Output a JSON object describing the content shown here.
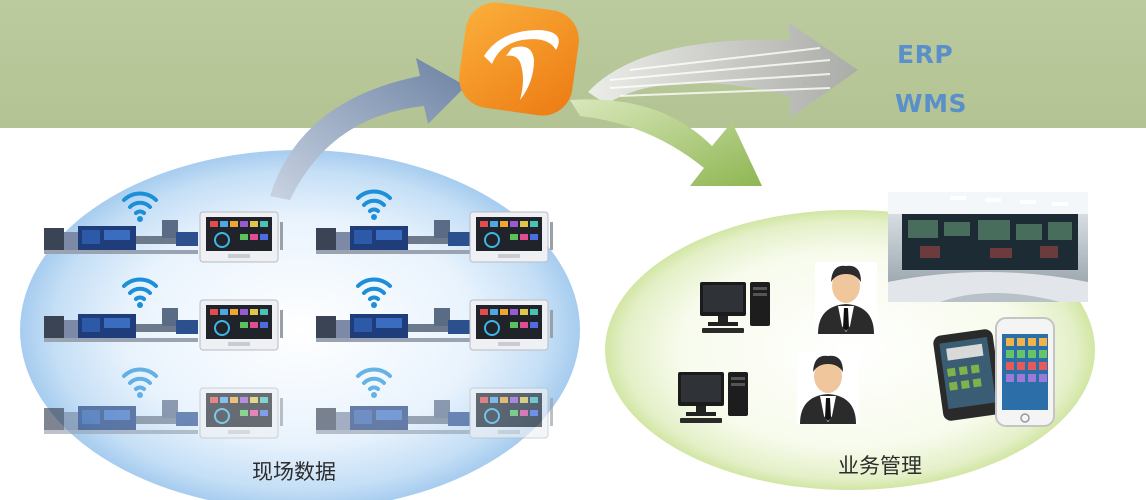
{
  "systems": {
    "erp": "ERP",
    "wms": "WMS"
  },
  "zones": {
    "field_data": "现场数据",
    "business_mgmt": "业务管理"
  },
  "colors": {
    "top_band": "#b7c797",
    "field_ellipse": "#aacdf2",
    "business_ellipse": "#dcedb4",
    "logo_orange": "#f08a1c",
    "arrow_blue": "#7f93b1",
    "arrow_green": "#9bbd62",
    "arrow_gray": "#c8c8c8",
    "system_label": "#5b8fc9"
  },
  "icons": {
    "logo": "brand-logo-icon",
    "wifi": "wifi-icon",
    "machine": "injection-molding-machine",
    "controller": "controller-panel",
    "computer": "desktop-computer-icon",
    "person": "user-avatar-icon",
    "control_room": "control-room-image",
    "phone": "smartphone-icon"
  }
}
